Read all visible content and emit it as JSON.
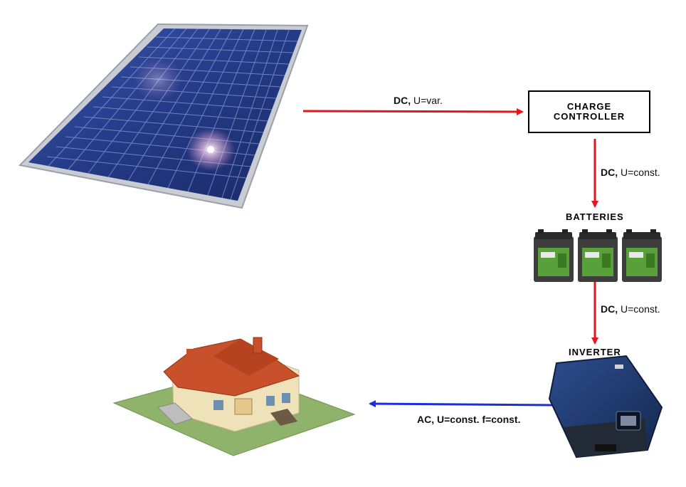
{
  "nodes": {
    "charge_controller": {
      "line1": "CHARGE",
      "line2": "CONTROLLER"
    },
    "batteries": {
      "label": "BATTERIES"
    },
    "inverter": {
      "label": "INVERTER"
    }
  },
  "connections": [
    {
      "bold": "DC,",
      "rest": " U=var.",
      "color": "#e8141c"
    },
    {
      "bold": "DC,",
      "rest": " U=const.",
      "color": "#e8141c"
    },
    {
      "bold": "DC,",
      "rest": " U=const.",
      "color": "#e8141c"
    },
    {
      "bold": "AC, U=const. f=const.",
      "rest": "",
      "color": "#1a2fd8"
    }
  ],
  "colors": {
    "panel_frame": "#c9cdd3",
    "panel_cell": "#243a86",
    "battery_body": "#3d3d3d",
    "battery_label": "#5aa03a",
    "inverter_body": "#1e3c78",
    "roof": "#c8502a",
    "lawn": "#8fb36a"
  }
}
